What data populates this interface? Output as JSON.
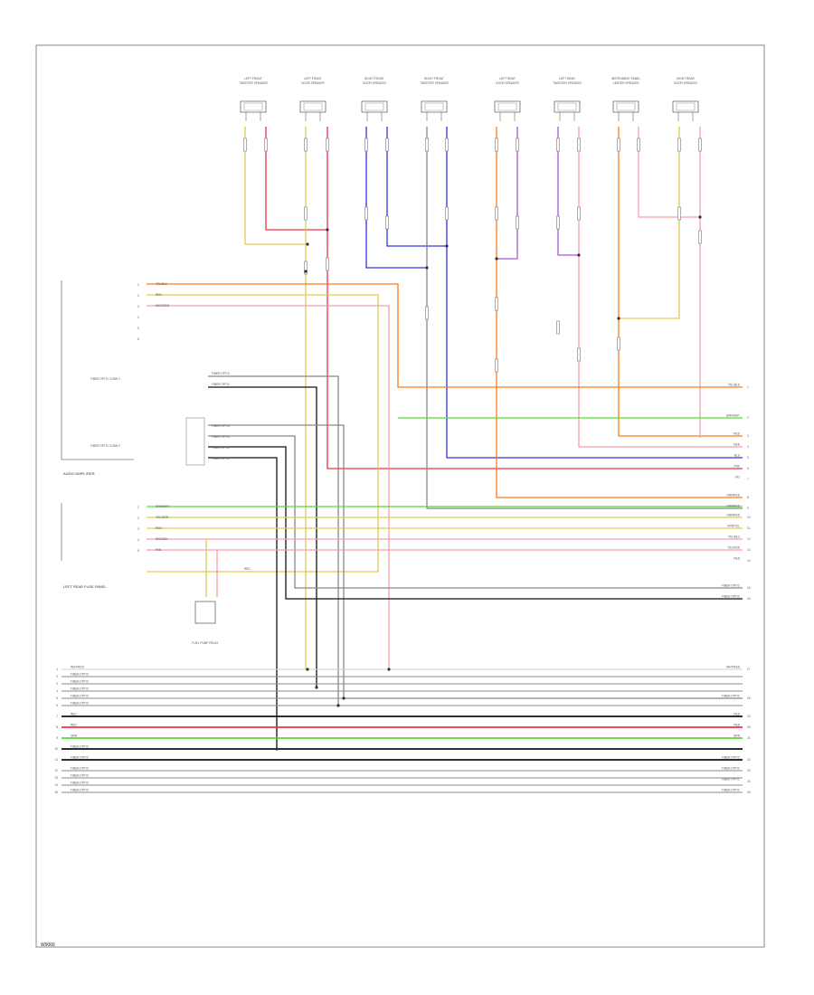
{
  "diagram": {
    "page_code": "W9066",
    "colors": {
      "yellow": "#ddcc55",
      "red": "#ee3344",
      "blue": "#3333dd",
      "orange": "#ff7a1a",
      "green": "#55dd33",
      "violet": "#aa55dd",
      "black": "#111111",
      "white": "#cfcfcf",
      "pink": "#f4a0a8",
      "gray": "#888888",
      "frame": "#888888"
    },
    "speakers": [
      {
        "name": "LEFT FRONT TWEETER SPEAKER",
        "connector": "LEFT FRONT TWEETER"
      },
      {
        "name": "LEFT FRONT DOOR SPEAKER",
        "connector": "LEFT FRONT DOOR"
      },
      {
        "name": "RIGHT FRONT DOOR SPEAKER",
        "connector": "RIGHT FRONT DOOR"
      },
      {
        "name": "RIGHT FRONT TWEETER SPEAKER",
        "connector": "RIGHT FRONT TWEETER"
      },
      {
        "name": "LEFT REAR DOOR SPEAKER",
        "connector": "LEFT REAR DOOR"
      },
      {
        "name": "LEFT REAR TWEETER SPEAKER",
        "connector": "LEFT REAR TWEETER"
      },
      {
        "name": "INSTRUMENT PANEL CENTER SPEAKER",
        "connector": "CENTER"
      },
      {
        "name": "RIGHT REAR DOOR SPEAKER",
        "connector": "RIGHT REAR DOOR"
      }
    ],
    "left_components": [
      {
        "name": "AUDIO AMPLIFIER",
        "pins": [
          "YEL/BLK",
          "RED",
          "WHT/RED",
          "",
          "",
          ""
        ]
      },
      {
        "name": "FIBER OPTIC CONN 1",
        "pins": [
          "FIBER OPTIC",
          "FIBER OPTIC"
        ]
      },
      {
        "name": "FIBER OPTIC CONN 2",
        "pins": [
          "FIBER OPTIC",
          "FIBER OPTIC",
          "FIBER OPTIC",
          "FIBER OPTIC"
        ]
      },
      {
        "name": "LEFT REAR FUSE PANEL",
        "pins": [
          "GRN/WHT",
          "YEL/GRN",
          "RED",
          "RED/BLK",
          "PNK"
        ]
      },
      {
        "name": "FUEL PUMP RELAY",
        "pins": [
          "RED"
        ]
      }
    ],
    "right_terminals": [
      "YEL/BLK",
      "GRN/WHT",
      "RED",
      "RED",
      "BLU",
      "PNK",
      "VIO",
      "ORN/RED",
      "ORN/RED",
      "GRN/RED",
      "GRN/YEL",
      "YEL/BLU",
      "YEL/RED",
      "RED",
      "FIBER OPTIC",
      "FIBER OPTIC",
      "WHT/RED",
      "FIBER OPTIC",
      "RED",
      "RED",
      "GRN",
      "FIBER OPTIC",
      "FIBER OPTIC",
      "FIBER OPTIC",
      "FIBER OPTIC"
    ],
    "bottom_left_labels": [
      "WHT/RED",
      "FIBER OPTIC",
      "FIBER OPTIC",
      "FIBER OPTIC",
      "FIBER OPTIC",
      "FIBER OPTIC",
      "RED",
      "RED",
      "GRN",
      "FIBER OPTIC",
      "FIBER OPTIC",
      "FIBER OPTIC",
      "FIBER OPTIC",
      "FIBER OPTIC",
      "FIBER OPTIC"
    ]
  }
}
